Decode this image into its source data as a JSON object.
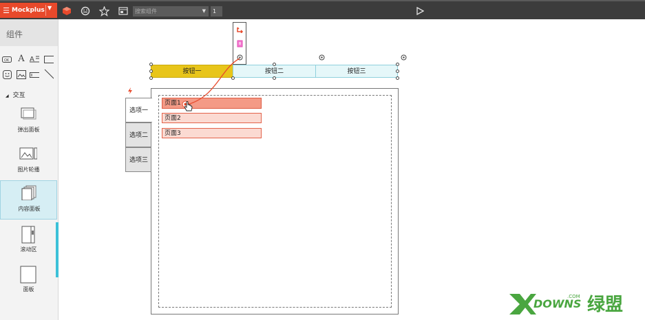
{
  "topbar": {
    "brand_name": "Mockplus",
    "brand_color": "#e8492b",
    "icons": [
      "menu-icon",
      "caret-down-icon",
      "component-cube-icon",
      "emoji-icon",
      "star-icon",
      "layout-icon",
      "play-icon"
    ],
    "search_placeholder": "搜索组件",
    "page_number": "1"
  },
  "sidebar": {
    "title": "组件",
    "section_label": "交互",
    "widgets": [
      {
        "label": "弹出面板",
        "icon": "popup-panel-icon"
      },
      {
        "label": "图片轮播",
        "icon": "image-carousel-icon"
      },
      {
        "label": "内容面板",
        "icon": "content-panel-icon",
        "active": true
      },
      {
        "label": "滚动区",
        "icon": "scroll-area-icon"
      },
      {
        "label": "面板",
        "icon": "panel-icon"
      }
    ]
  },
  "canvas": {
    "buttons": [
      "按钮一",
      "按钮二",
      "按钮三"
    ],
    "tabs": [
      "选项一",
      "选项二",
      "选项三"
    ],
    "pages": [
      "页面1",
      "页面2",
      "页面3"
    ],
    "colors": {
      "button_active": "#e8c51a",
      "button_idle": "#e5f7f9",
      "page_selected": "#f49a86",
      "page_idle": "#fbdad2",
      "link_line": "#e8492b"
    }
  }
}
